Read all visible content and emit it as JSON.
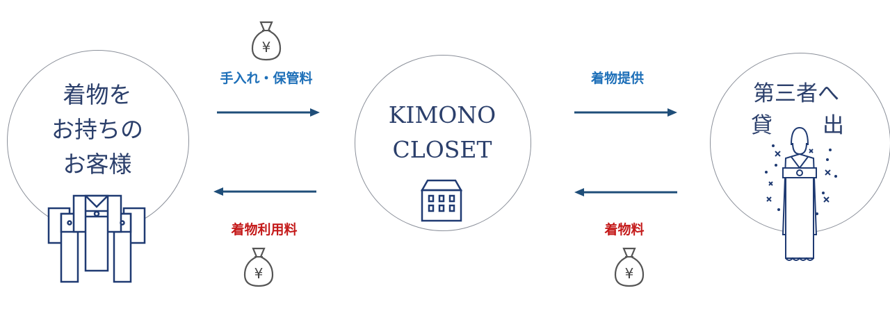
{
  "nodes": {
    "customer": {
      "lines": [
        "着物を",
        "お持ちの",
        "お客様"
      ]
    },
    "center": {
      "lines": [
        "KIMONO",
        "CLOSET"
      ]
    },
    "third_party": {
      "line1": "第三者へ",
      "line2a": "貸",
      "line2b": "出"
    }
  },
  "flows": {
    "maintenance_fee": "手入れ・保管料",
    "kimono_usage_fee": "着物利用料",
    "kimono_supply": "着物提供",
    "kimono_fee": "着物料"
  },
  "colors": {
    "navy": "#2b3f6b",
    "arrow": "#1f4e79",
    "blue_label": "#1d6fb8",
    "red_label": "#c41a1a"
  }
}
